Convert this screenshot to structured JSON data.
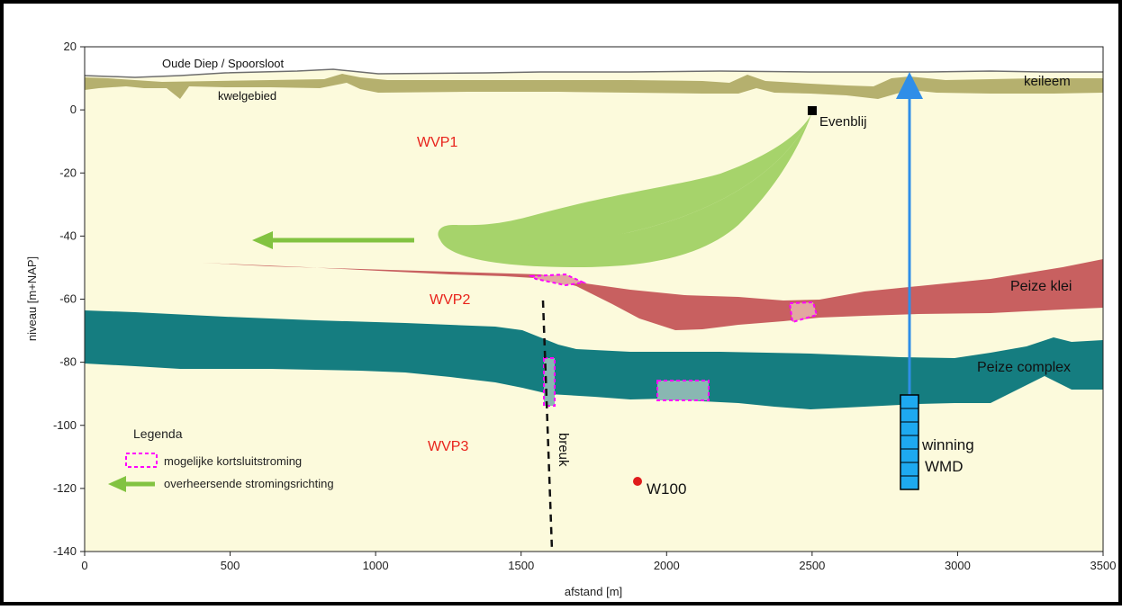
{
  "chart_data": {
    "type": "cross-section",
    "xlabel": "afstand [m]",
    "ylabel": "niveau [m+NAP]",
    "xlim": [
      0,
      3500
    ],
    "ylim": [
      -140,
      20
    ],
    "xticks": [
      0,
      500,
      1000,
      1500,
      2000,
      2500,
      3000,
      3500
    ],
    "yticks": [
      20,
      0,
      -20,
      -40,
      -60,
      -80,
      -100,
      -120,
      -140
    ],
    "grid": false
  },
  "labels": {
    "surface": "Oude Diep / Spoorsloot",
    "kwelgebied": "kwelgebied",
    "keileem": "keileem",
    "evenblij": "Evenblij",
    "wvp1": "WVP1",
    "wvp2": "WVP2",
    "wvp3": "WVP3",
    "peize_klei": "Peize klei",
    "peize_complex": "Peize complex",
    "breuk": "breuk",
    "w100": "W100",
    "winning_line1": "winning",
    "winning_line2": "WMD"
  },
  "legend": {
    "title": "Legenda",
    "items": [
      {
        "label": "mogelijke kortsluitstroming",
        "symbol": "dashed-magenta-box"
      },
      {
        "label": "overheersende stromingsrichting",
        "symbol": "green-arrow-left"
      }
    ]
  },
  "colors": {
    "background": "#fcfadc",
    "keileem": "#b5b06e",
    "flow_plume": "#a6d36b",
    "peize_klei": "#c86060",
    "peize_complex": "#157d80",
    "short_circuit": "#ff00ff",
    "arrow_green": "#82c341",
    "well": "#1ea9f0",
    "w100": "#e01b1b",
    "text_red": "#e8221b"
  }
}
